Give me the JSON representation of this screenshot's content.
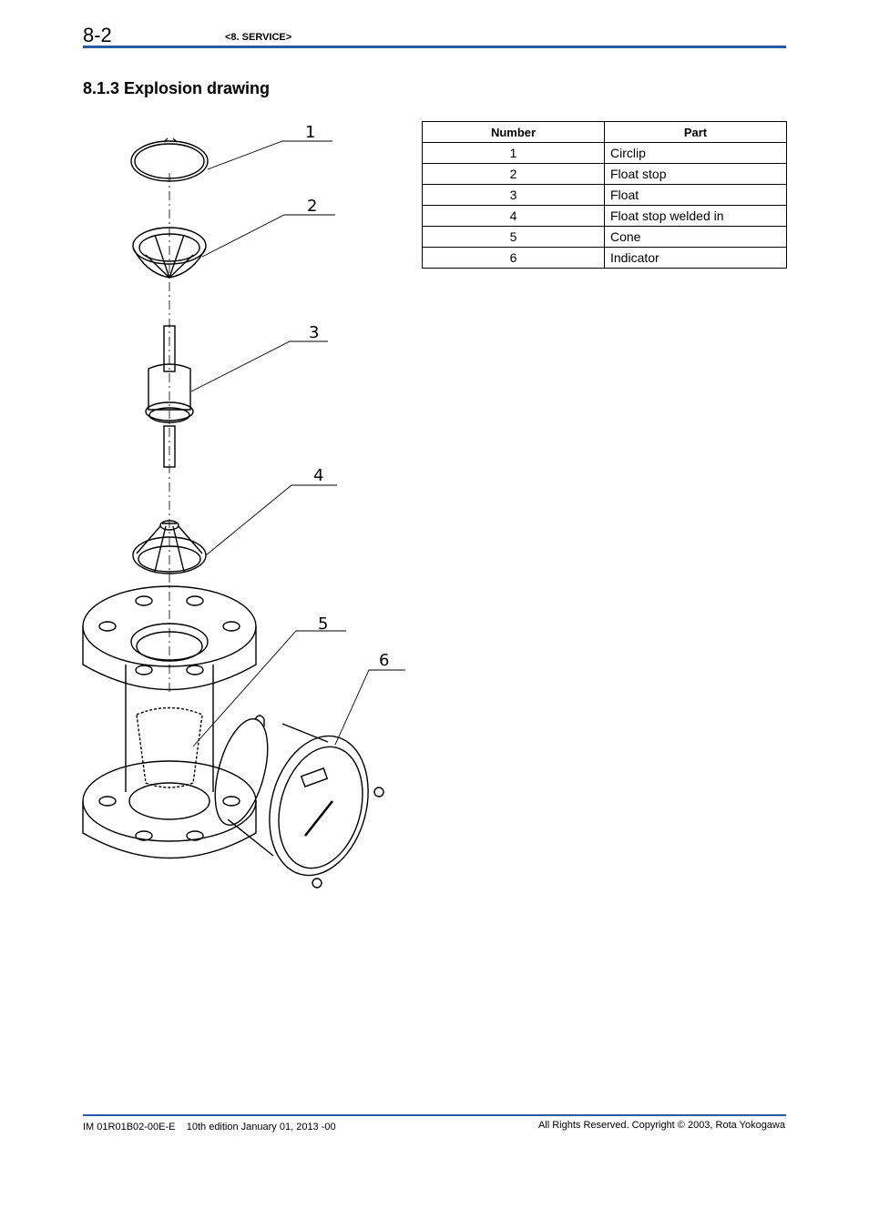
{
  "header": {
    "page_number": "8-2",
    "section": "<8. SERVICE>"
  },
  "heading": "8.1.3 Explosion drawing",
  "parts_table": {
    "columns": [
      "Number",
      "Part"
    ],
    "rows": [
      {
        "number": "1",
        "part": "Circlip"
      },
      {
        "number": "2",
        "part": "Float stop"
      },
      {
        "number": "3",
        "part": "Float"
      },
      {
        "number": "4",
        "part": "Float stop welded in"
      },
      {
        "number": "5",
        "part": "Cone"
      },
      {
        "number": "6",
        "part": "Indicator"
      }
    ]
  },
  "drawing": {
    "callouts": [
      "1",
      "2",
      "3",
      "4",
      "5",
      "6"
    ]
  },
  "footer": {
    "doc_id": "IM 01R01B02-00E-E",
    "edition": "10th edition January 01, 2013 -00",
    "copyright": "All Rights Reserved. Copyright © 2003, Rota Yokogawa"
  },
  "colors": {
    "accent": "#2b5aa5"
  }
}
